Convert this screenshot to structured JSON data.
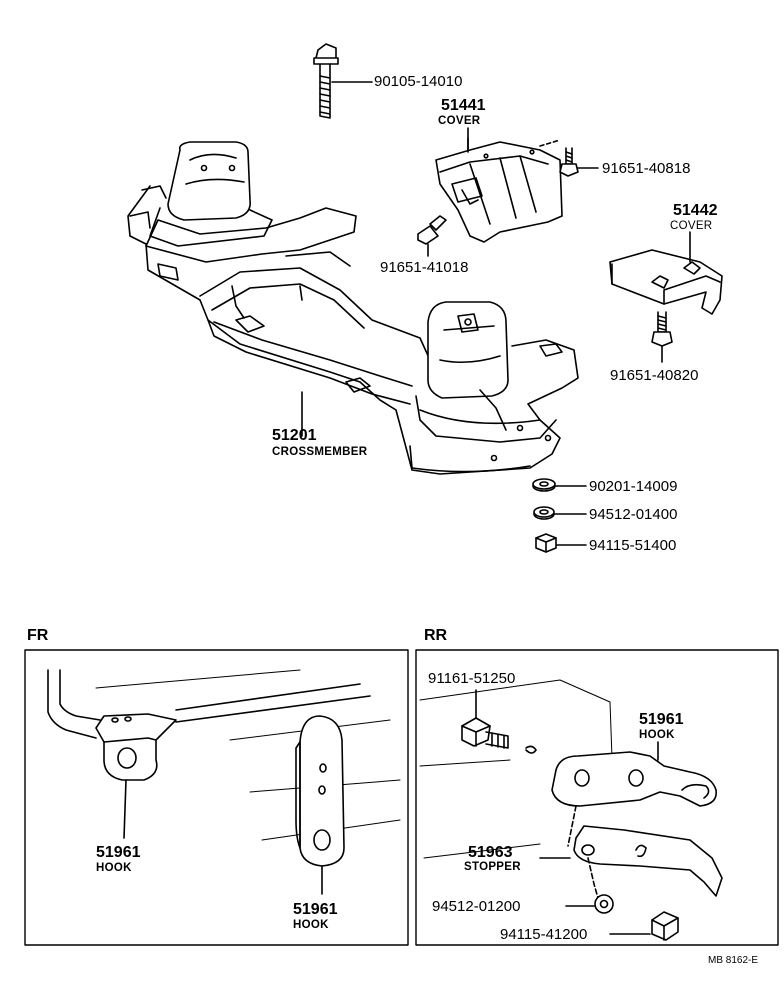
{
  "parts": {
    "bolt_main": "90105-14010",
    "cover_a_num": "51441",
    "cover_a_name": "COVER",
    "bolt_cover_a": "91651-40818",
    "cover_b_num": "51442",
    "cover_b_name": "COVER",
    "bolt_cover_left": "91651-41018",
    "bolt_cover_b": "91651-40820",
    "crossmember_num": "51201",
    "crossmember_name": "CROSSMEMBER",
    "washer_flat": "90201-14009",
    "washer_lock": "94512-01400",
    "nut_main": "94115-51400"
  },
  "fr": {
    "section_label": "FR",
    "hook_a_num": "51961",
    "hook_a_name": "HOOK",
    "hook_b_num": "51961",
    "hook_b_name": "HOOK"
  },
  "rr": {
    "section_label": "RR",
    "bolt": "91161-51250",
    "hook_num": "51961",
    "hook_name": "HOOK",
    "stopper_num": "51963",
    "stopper_name": "STOPPER",
    "washer": "94512-01200",
    "nut": "94115-41200"
  },
  "diagram_ref": "MB 8162-E"
}
